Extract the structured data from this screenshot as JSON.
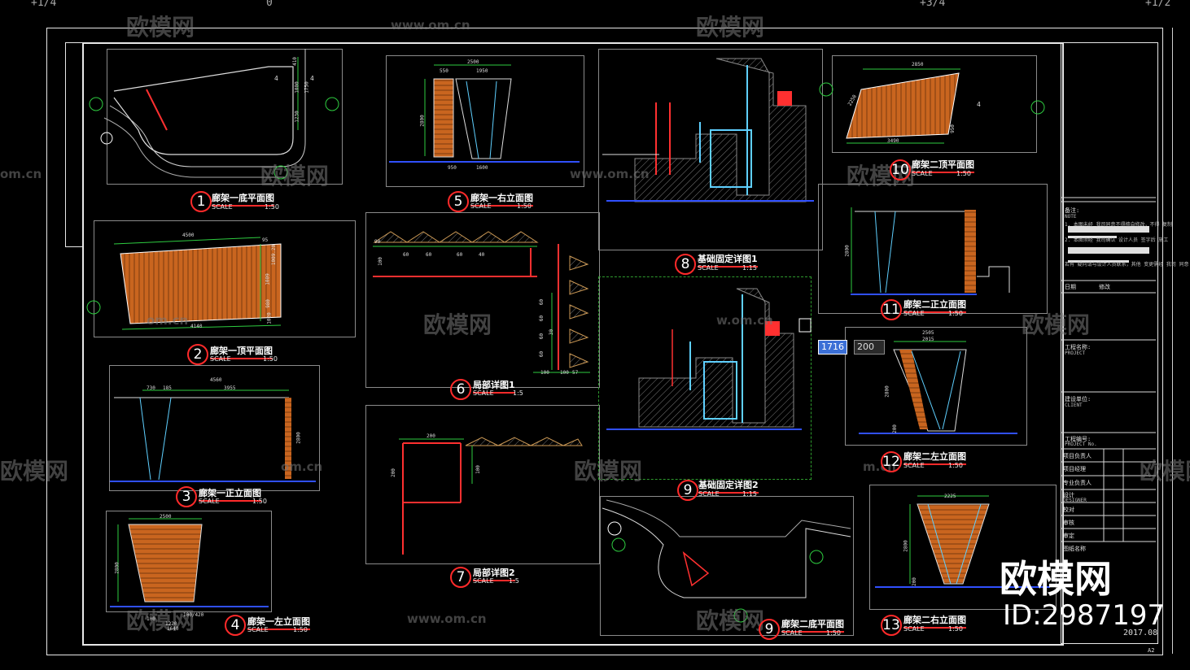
{
  "grid_labels": [
    "+1/4",
    "0",
    "+3/4",
    "+1/2"
  ],
  "watermark": {
    "brand": "欧模网",
    "url": "www.om.cn",
    "url_partial": "om.cn",
    "url_cut": "m.cn",
    "url_cut2": "w.om.cn"
  },
  "drawings": [
    {
      "num": "1",
      "title": "廊架一底平面图",
      "scale_label": "SCALE",
      "scale": "1:50"
    },
    {
      "num": "2",
      "title": "廊架一顶平面图",
      "scale_label": "SCALE",
      "scale": "1:50"
    },
    {
      "num": "3",
      "title": "廊架一正立面图",
      "scale_label": "SCALE",
      "scale": "1:50"
    },
    {
      "num": "4",
      "title": "廊架一左立面图",
      "scale_label": "SCALE",
      "scale": "1:50"
    },
    {
      "num": "5",
      "title": "廊架一右立面图",
      "scale_label": "SCALE",
      "scale": "1:50"
    },
    {
      "num": "6",
      "title": "局部详图1",
      "scale_label": "SCALE",
      "scale": "1:5"
    },
    {
      "num": "7",
      "title": "局部详图2",
      "scale_label": "SCALE",
      "scale": "1:5"
    },
    {
      "num": "8",
      "title": "基础固定详图1",
      "scale_label": "SCALE",
      "scale": "1:15"
    },
    {
      "num": "9",
      "title": "基础固定详图2",
      "scale_label": "SCALE",
      "scale": "1:15"
    },
    {
      "num": "9",
      "title": "廊架二底平面图",
      "scale_label": "SCALE",
      "scale": "1:50"
    },
    {
      "num": "10",
      "title": "廊架二顶平面图",
      "scale_label": "SCALE",
      "scale": "1:50"
    },
    {
      "num": "11",
      "title": "廊架二正立面图",
      "scale_label": "SCALE",
      "scale": "1:50"
    },
    {
      "num": "12",
      "title": "廊架二左立面图",
      "scale_label": "SCALE",
      "scale": "1:50"
    },
    {
      "num": "13",
      "title": "廊架二右立面图",
      "scale_label": "SCALE",
      "scale": "1:50"
    }
  ],
  "dims": {
    "d1": [
      "1000",
      "1750",
      "1230",
      "410",
      "4",
      "4"
    ],
    "d2": [
      "4500",
      "4140",
      "1009.20",
      "1009",
      "980",
      "1020",
      "95"
    ],
    "d3": [
      "4560",
      "730",
      "185",
      "3955",
      "2800"
    ],
    "d4": [
      "2500",
      "2800",
      "100",
      "100/420",
      "1640",
      "1220"
    ],
    "d5": [
      "2500",
      "550",
      "1950",
      "2800",
      "950",
      "1600"
    ],
    "d6": [
      "90",
      "60",
      "60",
      "60",
      "40",
      "100",
      "60",
      "60",
      "60",
      "60",
      "100",
      "100",
      "57",
      "30"
    ],
    "d7": [
      "200",
      "200",
      "100"
    ],
    "d10": [
      "2850",
      "3490",
      "950",
      "2250",
      "4"
    ],
    "d11": [
      "2800"
    ],
    "d12": [
      "2505",
      "2015",
      "2800",
      "200"
    ],
    "d13": [
      "2225",
      "2800",
      "200"
    ]
  },
  "input_overlay": {
    "length": "1716",
    "angle": "200"
  },
  "title_block": {
    "notes_label": "备注:",
    "notes_en": "NOTE",
    "note_1": "1. 本图未经 我司同意不得擅自修改，不得 复制",
    "note_2": "2. 本图须经 我司确认 设计人员 签字后 施工",
    "note_3": "若有 疑问请与设计人员联系，其他 变更需经 我司 同意",
    "row_labels": [
      "日期",
      "修改"
    ],
    "project_name_label": "工程名称:",
    "project_name_en": "PROJECT",
    "client_label": "建设单位:",
    "client_en": "CLIENT",
    "project_no_label": "工程编号:",
    "project_no_en": "PROJECT No.",
    "roles": [
      "项目负责人",
      "项目经理",
      "专业负责人",
      "设计",
      "校对",
      "审核",
      "审定",
      "图纸名称"
    ],
    "role_en_designer": "DESIGNER",
    "date": "2017.08",
    "size": "A2"
  },
  "brand_overlay": {
    "logo": "欧模网",
    "id": "ID:2987197"
  }
}
